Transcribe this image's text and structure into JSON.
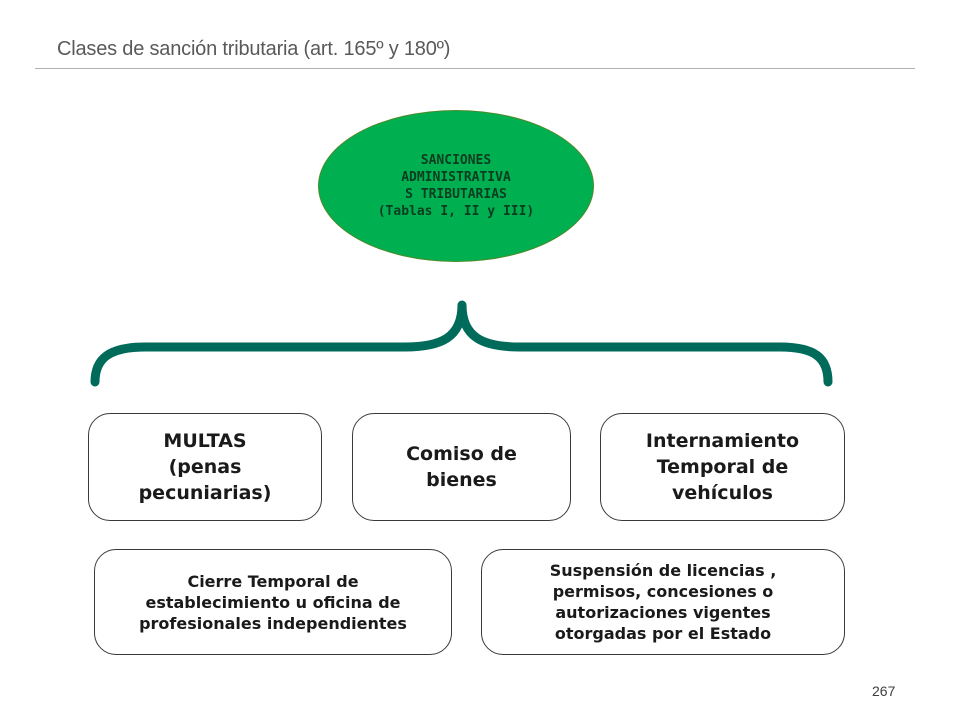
{
  "slide": {
    "title": "Clases de sanción tributaria (art. 165º y 180º)",
    "page_number": "267"
  },
  "diagram": {
    "root": {
      "label": "SANCIONES\nADMINISTRATIVA\nS TRIBUTARIAS\n(Tablas I, II y III)",
      "fill_color": "#00b050"
    },
    "connector_color": "#006b5a",
    "categories": [
      {
        "label": "MULTAS\n(penas\npecuniarias)"
      },
      {
        "label": "Comiso de\nbienes"
      },
      {
        "label": "Internamiento\nTemporal de\nvehículos"
      },
      {
        "label": "Cierre Temporal de\nestablecimiento  u oficina de\nprofesionales independientes"
      },
      {
        "label": "Suspensión de licencias ,\npermisos, concesiones o\nautorizaciones vigentes\notorgadas por el Estado"
      }
    ]
  }
}
